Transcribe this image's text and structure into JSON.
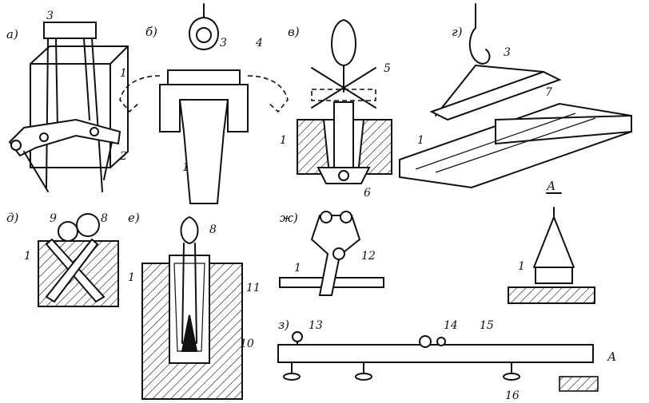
{
  "panels": {
    "a": {
      "letter": "а)",
      "labels": [
        "3",
        "1",
        "2"
      ]
    },
    "b": {
      "letter": "б)",
      "labels": [
        "3",
        "4",
        "1"
      ]
    },
    "v": {
      "letter": "в)",
      "labels": [
        "5",
        "1",
        "6"
      ]
    },
    "g": {
      "letter": "г)",
      "labels": [
        "3",
        "7",
        "1"
      ]
    },
    "d": {
      "letter": "д)",
      "labels": [
        "9",
        "8",
        "1"
      ]
    },
    "e": {
      "letter": "е)",
      "labels": [
        "8",
        "1",
        "11",
        "10"
      ]
    },
    "zh": {
      "letter": "ж)",
      "labels": [
        "1",
        "12"
      ]
    },
    "detailA": {
      "title": "А",
      "labels": [
        "1"
      ]
    },
    "z": {
      "letter": "з)",
      "labels": [
        "13",
        "14",
        "15",
        "16",
        "А"
      ]
    }
  }
}
